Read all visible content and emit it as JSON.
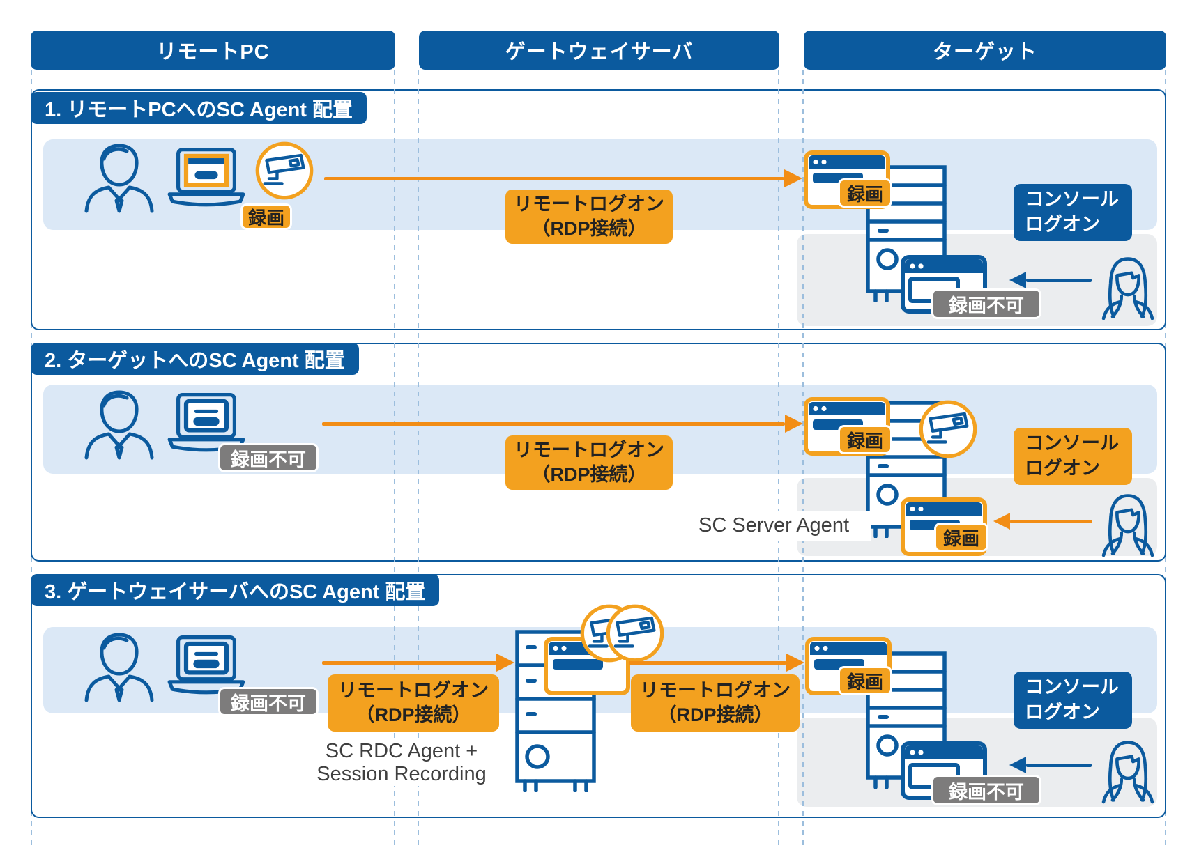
{
  "columns": [
    {
      "label": "リモートPC"
    },
    {
      "label": "ゲートウェイサーバ"
    },
    {
      "label": "ターゲット"
    }
  ],
  "sections": [
    {
      "title": "1. リモートPCへのSC Agent 配置"
    },
    {
      "title": "2. ターゲットへのSC Agent 配置"
    },
    {
      "title": "3. ゲートウェイサーバへのSC Agent 配置"
    }
  ],
  "labels": {
    "recording": "録画",
    "recording_not_possible": "録画不可",
    "remote_logon_line1": "リモートログオン",
    "remote_logon_line2": "（RDP接続）",
    "console_logon_line1": "コンソール",
    "console_logon_line2": "ログオン",
    "sc_server_agent": "SC Server Agent",
    "sc_rdc_agent_line1": "SC RDC Agent +",
    "sc_rdc_agent_line2": "Session Recording"
  },
  "colors": {
    "brand_blue": "#0b5a9e",
    "accent_orange": "#f3a11f",
    "arrow_orange": "#f28d15",
    "band_blue": "#dbe8f6",
    "band_gray": "#ebedef",
    "badge_gray": "#7d7c7c"
  }
}
